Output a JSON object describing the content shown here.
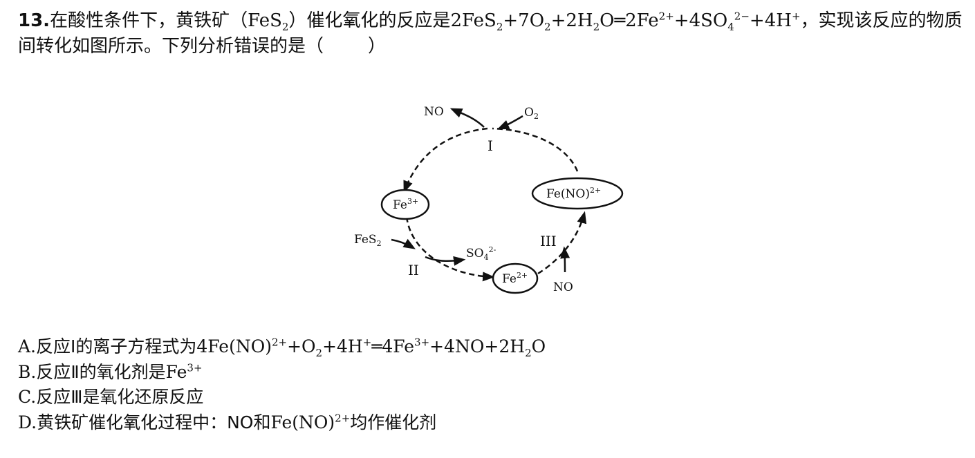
{
  "question": {
    "number": "13.",
    "stem_part1": "在酸性条件下，黄铁矿（",
    "fes2_formula": "FeS",
    "fes2_sub": "2",
    "stem_part2": "）催化氧化的反应是",
    "eq": {
      "t1": "2FeS",
      "s1": "2",
      "t2": "+7O",
      "s2": "2",
      "t3": "+2H",
      "s3": "2",
      "t4": "O═2Fe",
      "p4": "2+",
      "t5": "+4SO",
      "s5": "4",
      "p5": "2−",
      "t6": "+4H",
      "p6": "+"
    },
    "stem_part3": "，实现该反应的物质间转化如图所示。下列分析错误的是（",
    "stem_end": "）"
  },
  "diagram": {
    "no_top": "NO",
    "o2_base": "O",
    "o2_sub": "2",
    "stage_1": "I",
    "stage_2": "II",
    "stage_3": "III",
    "fe3_base": "Fe",
    "fe3_sup": "3+",
    "fe_no_base": "Fe(NO)",
    "fe_no_sup": "2+",
    "fes2_base": "FeS",
    "fes2_sub": "2",
    "so4_base": "SO",
    "so4_sub": "4",
    "so4_sup": "2-",
    "fe2_base": "Fe",
    "fe2_sup": "2+",
    "no_bottom": "NO"
  },
  "options": {
    "a": {
      "letter": "A.",
      "text1": "反应Ⅰ的离子方程式为",
      "f1": "4Fe(NO)",
      "f1sup": "2+",
      "f2": "+O",
      "f2sub": "2",
      "f3": "+4H",
      "f3sup": "+",
      "f4": "═4Fe",
      "f4sup": "3+",
      "f5": "+4NO+2H",
      "f5sub": "2",
      "f6": "O"
    },
    "b": {
      "letter": "B.",
      "text1": "反应Ⅱ的氧化剂是",
      "f1": "Fe",
      "f1sup": "3+"
    },
    "c": {
      "letter": "C.",
      "text1": "反应Ⅲ是氧化还原反应"
    },
    "d": {
      "letter": "D.",
      "text1": "黄铁矿催化氧化过程中：NO和",
      "f1": "Fe(NO)",
      "f1sup": "2+",
      "text2": "均作催化剂"
    }
  }
}
